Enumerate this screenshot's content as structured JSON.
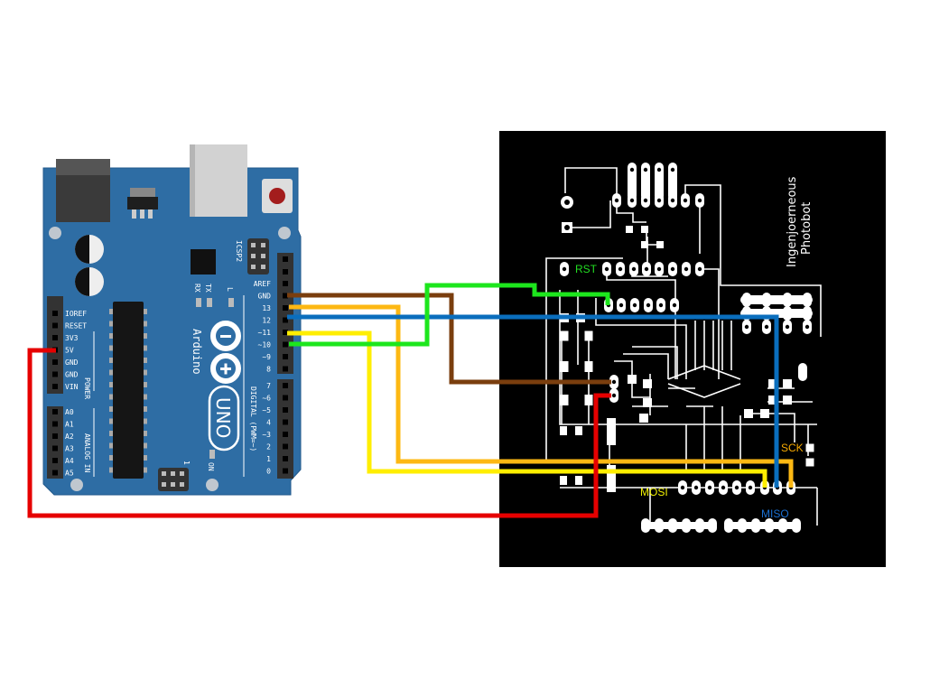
{
  "arduino": {
    "brand": "Arduino",
    "model": "UNO",
    "icsp_label": "ICSP2",
    "led_labels": [
      "RX",
      "TX",
      "L",
      "ON"
    ],
    "header_labels": {
      "power": "POWER",
      "analog": "ANALOG IN",
      "digital": "DIGITAL (PWM=~)"
    },
    "power_pins": [
      "IOREF",
      "RESET",
      "3V3",
      "5V",
      "GND",
      "GND",
      "VIN"
    ],
    "analog_pins": [
      "A0",
      "A1",
      "A2",
      "A3",
      "A4",
      "A5"
    ],
    "digital_pins_top": [
      "AREF",
      "GND",
      "13",
      "12",
      "~11",
      "~10",
      "~9",
      "8"
    ],
    "digital_pins_bottom": [
      "7",
      "~6",
      "~5",
      "4",
      "~3",
      "2",
      "1",
      "0"
    ],
    "icsp1_label": "1"
  },
  "pcb": {
    "title_line1": "Ingenjoerneous",
    "title_line2": "Photobot",
    "labels": {
      "rst": "RST",
      "sck": "SCK",
      "mosi": "MOSI",
      "miso": "MISO"
    },
    "label_colors": {
      "rst": "#22dd22",
      "sck": "#f5a800",
      "mosi": "#f0f000",
      "miso": "#1a6fd0"
    }
  },
  "wires": [
    {
      "from": "GND",
      "to": "PCB GND",
      "color": "#7a3e0e"
    },
    {
      "from": "13",
      "to": "SCK",
      "color": "#fdb813"
    },
    {
      "from": "12",
      "to": "MISO",
      "color": "#0a6ebd"
    },
    {
      "from": "~11",
      "to": "MOSI",
      "color": "#ffee00"
    },
    {
      "from": "~10",
      "to": "RST",
      "color": "#1de61d"
    },
    {
      "from": "5V",
      "to": "PCB VCC",
      "color": "#e60000"
    }
  ]
}
